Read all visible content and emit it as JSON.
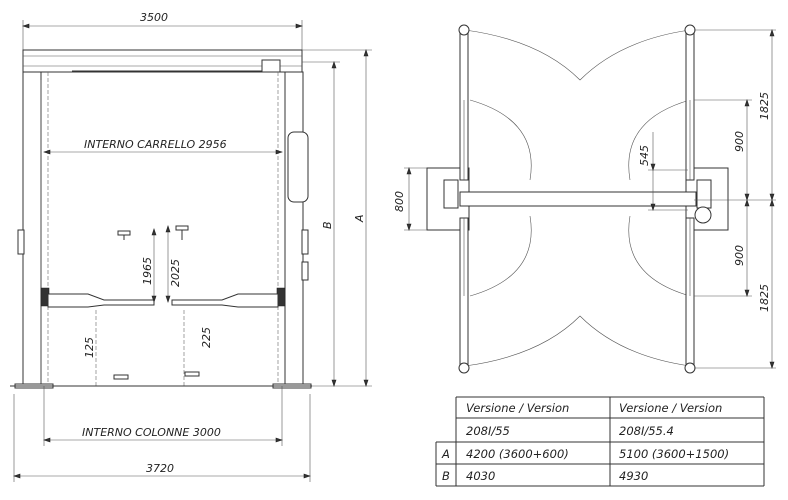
{
  "front_view": {
    "top_width": "3500",
    "inner_carriage": "INTERNO CARRELLO 2956",
    "inner_columns": "INTERNO COLONNE 3000",
    "overall_width": "3720",
    "height_a_label": "A",
    "height_b_label": "B",
    "max_height": "2025",
    "max_height_short": "1965",
    "min_height": "225",
    "min_height_short": "125"
  },
  "top_view": {
    "base_width": "800",
    "offset": "545",
    "arm_inner_top": "900",
    "arm_outer_top": "1825",
    "arm_inner_bottom": "900",
    "arm_outer_bottom": "1825"
  },
  "table": {
    "header": "Versione / Version",
    "header_2": "Versione / Version",
    "models": [
      "208I/55",
      "208I/55.4"
    ],
    "rows": [
      {
        "key": "A",
        "values": [
          "4200  (3600+600)",
          "5100  (3600+1500)"
        ]
      },
      {
        "key": "B",
        "values": [
          "4030",
          "4930"
        ]
      }
    ]
  },
  "colors": {
    "line": "#333333",
    "background": "#ffffff"
  }
}
